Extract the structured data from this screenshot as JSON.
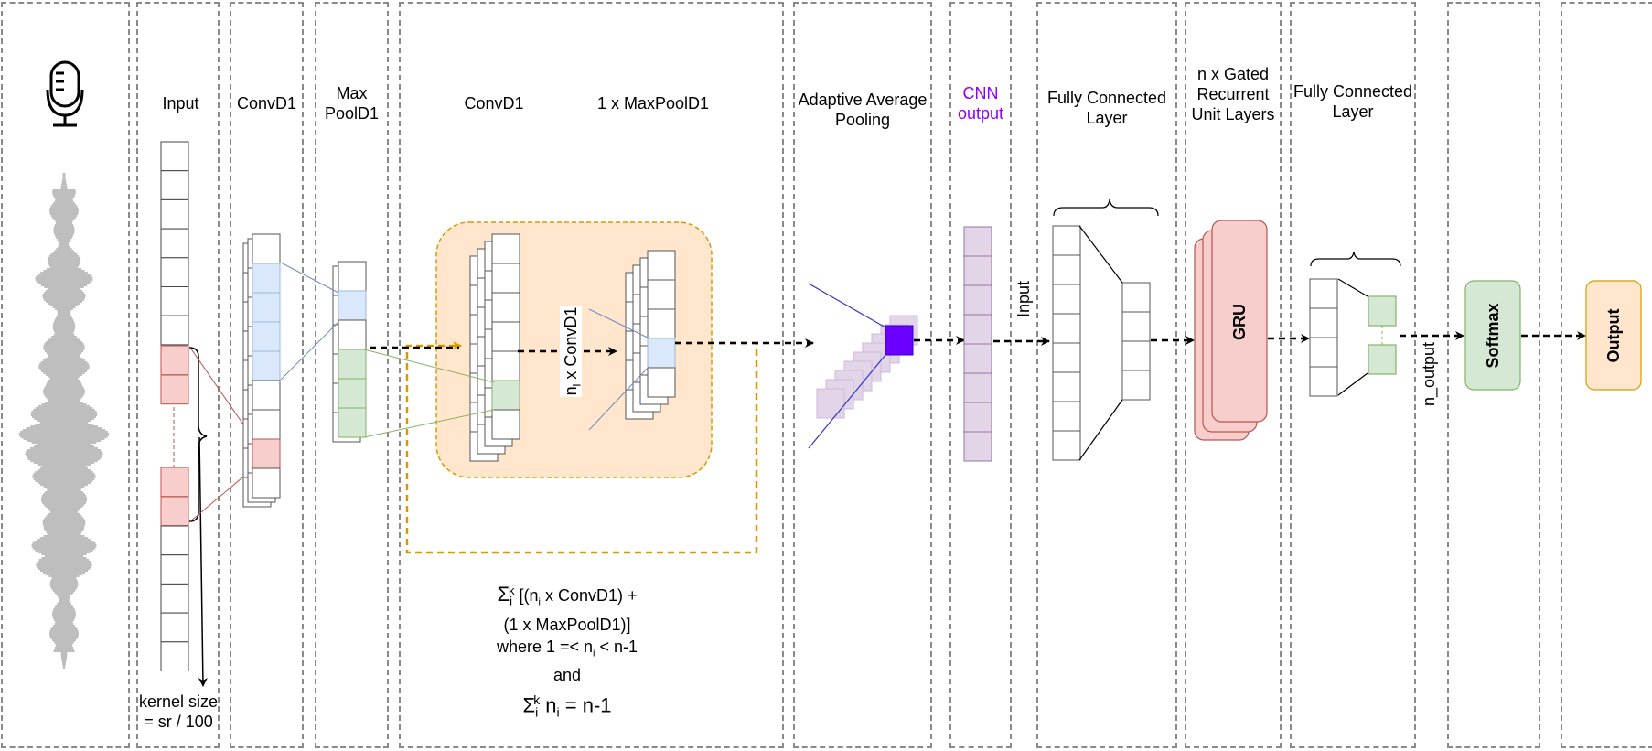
{
  "labels": {
    "input": "Input",
    "convd1_a": "ConvD1",
    "maxpool_a": "Max",
    "maxpool_b": "PoolD1",
    "convd1_b": "ConvD1",
    "maxpool_c": "1 x MaxPoolD1",
    "adaptive_a": "Adaptive Average",
    "adaptive_b": "Pooling",
    "cnn_a": "CNN",
    "cnn_b": "output",
    "fc1_a": "Fully Connected",
    "fc1_b": "Layer",
    "gru_a": "n x Gated",
    "gru_b": "Recurrent",
    "gru_c": "Unit Layers",
    "fc2_a": "Fully Connected",
    "fc2_b": "Layer",
    "kernel_a": "kernel size",
    "kernel_b": "= sr / 100",
    "ni_convd1": "n",
    "ni_sub": "i",
    "ni_rest": " x ConvD1",
    "input_vertical": "Input",
    "n_output": "n_output",
    "gru_block": "GRU",
    "softmax": "Softmax",
    "output": "Output"
  },
  "formula": {
    "line1_sigma": "Σ",
    "line1_sub": "i",
    "line1_sup": "k",
    "line1_a": " [(n",
    "line1_sub2": "i",
    "line1_b": " x ConvD1) +",
    "line2": "(1 x MaxPoolD1)]",
    "line3_a": "where 1 =< n",
    "line3_sub": "i",
    "line3_b": "  < n-1",
    "line4": "and",
    "line5_sigma": "Σ",
    "line5_sub": "i",
    "line5_sup": "k",
    "line5_a": " n",
    "line5_sub2": "i",
    "line5_b": " = n-1"
  },
  "colors": {
    "pink": "#f8cecc",
    "pink_border": "#b85450",
    "blue": "#dae8fc",
    "green": "#d5e8d4",
    "green_border": "#82b366",
    "orange_fill": "#ffe6cc",
    "orange_border": "#d79b00",
    "purple": "#6a00ff",
    "lavender": "#e1d5e7",
    "lavender_border": "#9673a6",
    "cnn_text": "#8f00ff",
    "output_fill": "#ffe6cc"
  }
}
